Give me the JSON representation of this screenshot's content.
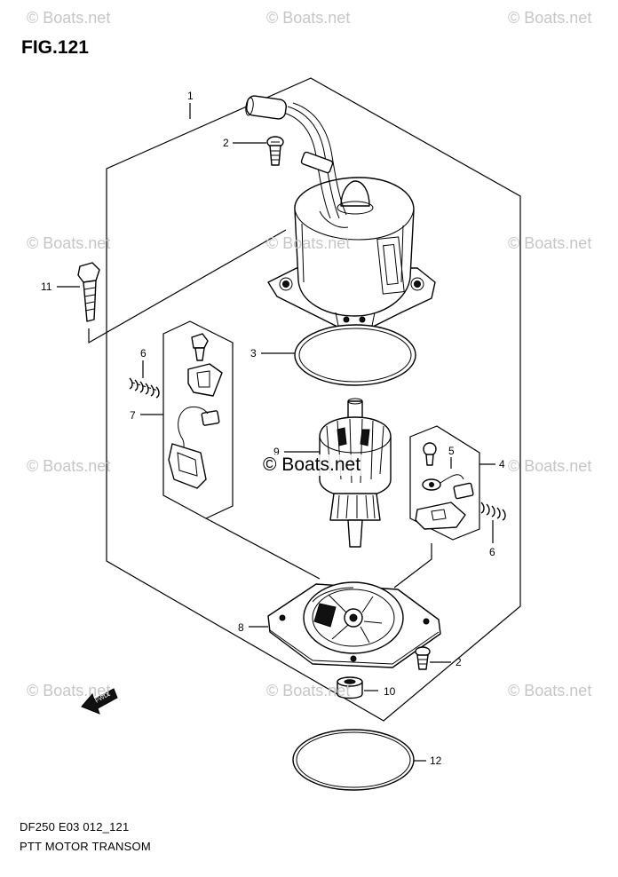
{
  "figure_title": "FIG.121",
  "footer": {
    "model_code": "DF250 E03 012_121",
    "section_name": "PTT MOTOR TRANSOM"
  },
  "watermark_text": "© Boats.net",
  "direction_label": "FWD",
  "callouts": {
    "c1": "1",
    "c2a": "2",
    "c2b": "2",
    "c3": "3",
    "c4": "4",
    "c5": "5",
    "c6a": "6",
    "c6b": "6",
    "c7": "7",
    "c8": "8",
    "c9": "9",
    "c10": "10",
    "c11": "11",
    "c12": "12"
  }
}
